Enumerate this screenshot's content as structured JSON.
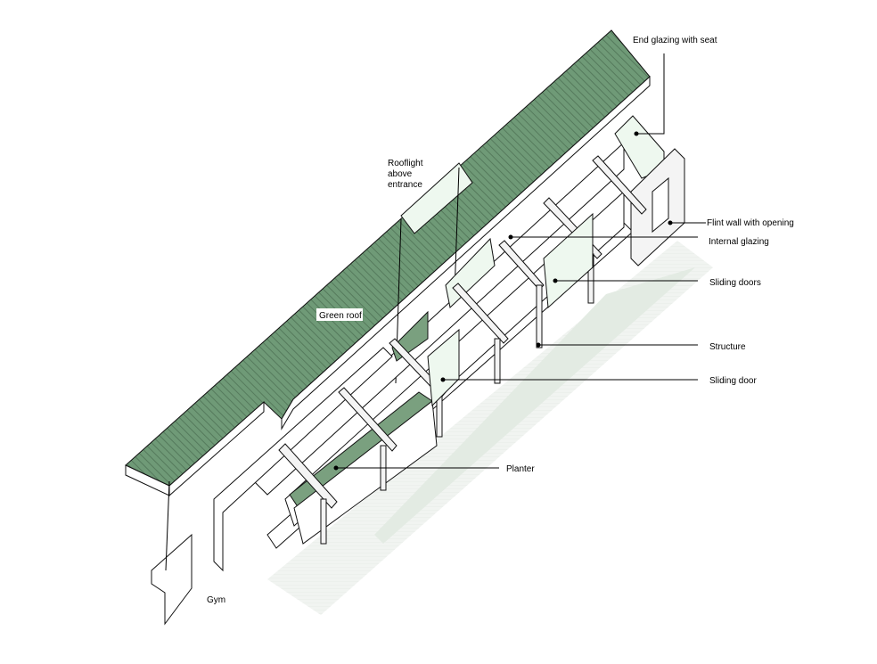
{
  "diagram": {
    "type": "exploded axonometric",
    "colors": {
      "green_roof": "#6f9a77",
      "planter": "#7aa07f",
      "ground": "#e3ebe3"
    },
    "labels": {
      "end_glazing": "End glazing with seat",
      "rooflight": [
        "Rooflight",
        "above",
        "entrance"
      ],
      "flint_wall": "Flint wall with opening",
      "internal_glazing": "Internal glazing",
      "sliding_doors": "Sliding doors",
      "green_roof": "Green roof",
      "structure": "Structure",
      "sliding_door": "Sliding door",
      "planter": "Planter",
      "gym": "Gym"
    }
  }
}
